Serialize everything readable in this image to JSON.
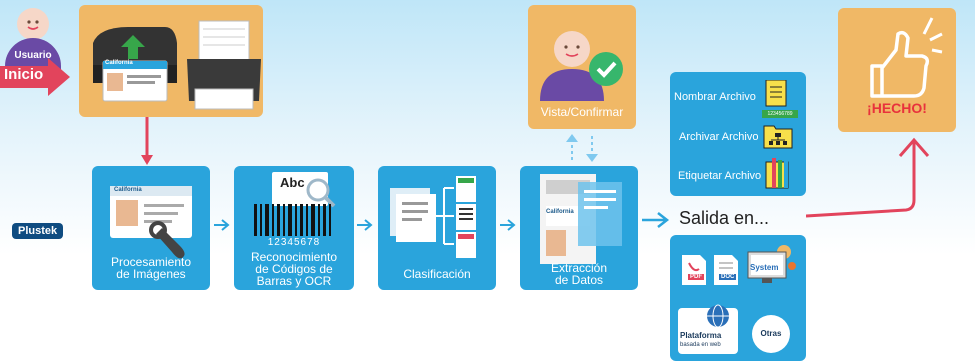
{
  "user": {
    "label": "Usuario",
    "start": "Inicio"
  },
  "brand": {
    "name": "Plustek"
  },
  "steps": [
    {
      "title": "Procesamiento\nde Imágenes"
    },
    {
      "title": "Reconocimiento\nde Códigos de\nBarras y OCR",
      "barcode_digits": "12345678",
      "ocr_sample": "Abc"
    },
    {
      "title": "Clasificación"
    },
    {
      "title": "Extracción\nde Datos"
    }
  ],
  "card_label": "California",
  "review": {
    "title": "Vista/Confirmar"
  },
  "output": {
    "label": "Salida en...",
    "top_items": [
      {
        "label": "Nombrar Archivo",
        "tag": "123456789"
      },
      {
        "label": "Archivar Archivo"
      },
      {
        "label": "Etiquetar Archivo"
      }
    ],
    "formats": {
      "pdf": "PDF",
      "doc": "DOC",
      "system": "System",
      "platform_title": "Plataforma",
      "platform_sub": "basada en web",
      "others": "Otras"
    }
  },
  "done": {
    "label": "¡HECHO!"
  },
  "colors": {
    "accent_blue": "#2aa4dc",
    "panel_tan": "#f0b866",
    "arrow_red": "#e2445c",
    "done_red": "#e8323c",
    "brand_navy": "#0f4c81"
  }
}
